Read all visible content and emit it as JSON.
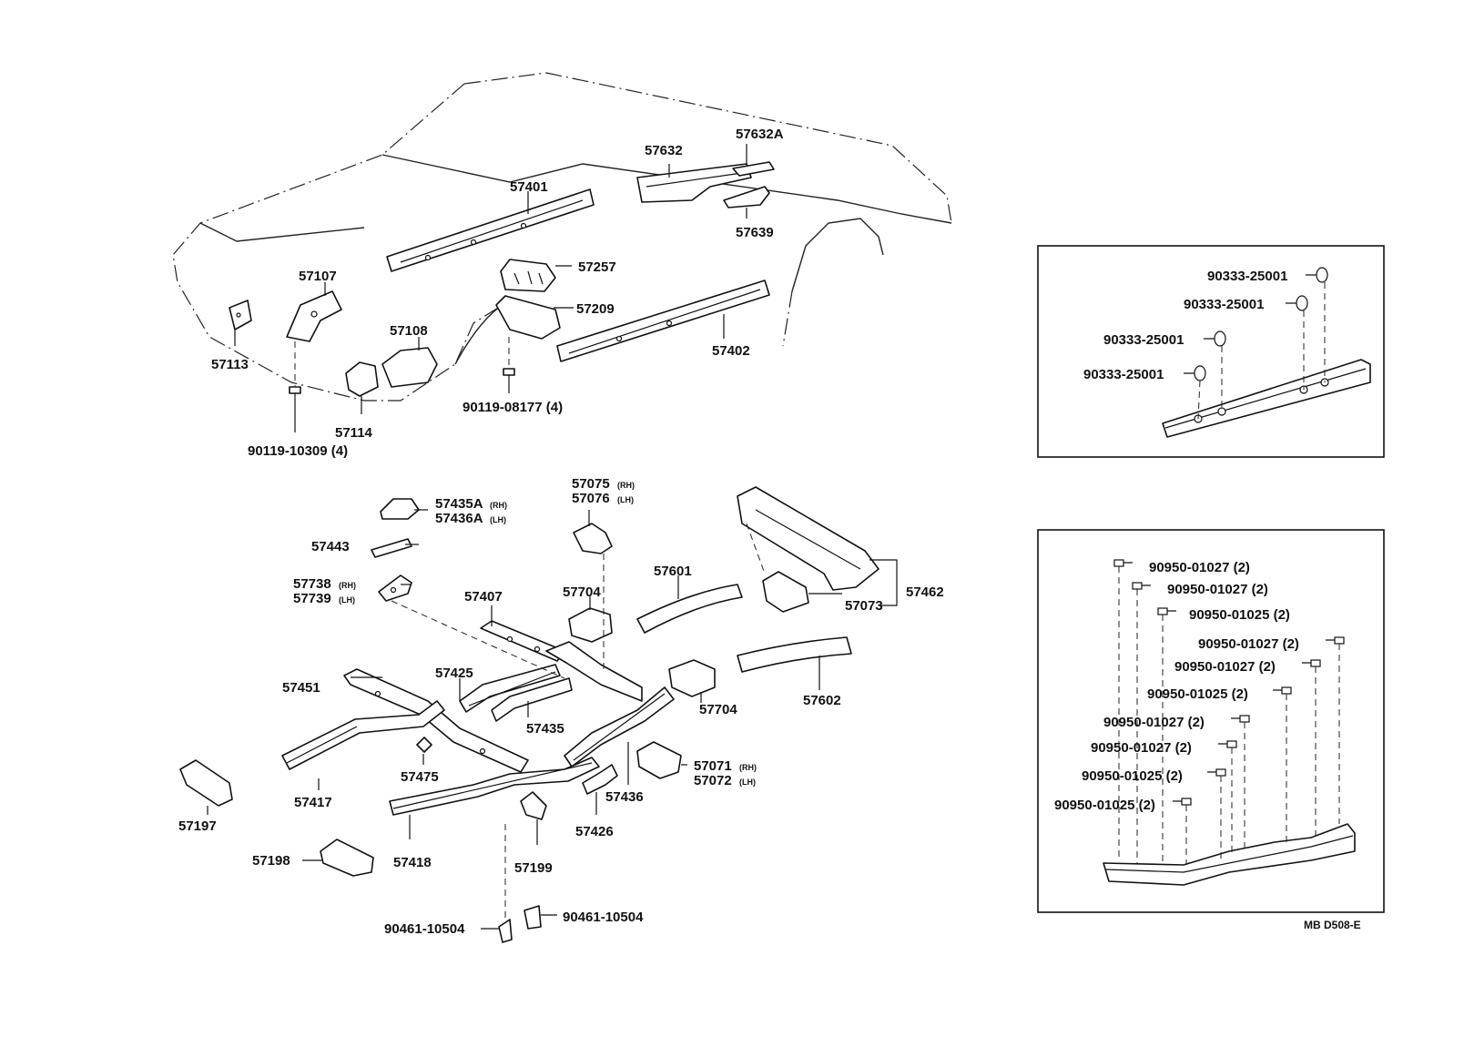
{
  "labels": {
    "p57632": "57632",
    "p57632A": "57632A",
    "p57401": "57401",
    "p57639": "57639",
    "p57107": "57107",
    "p57257": "57257",
    "p57209": "57209",
    "p57108": "57108",
    "p57402": "57402",
    "p57113": "57113",
    "p57114": "57114",
    "b90119_10309": "90119-10309 (4)",
    "b90119_08177": "90119-08177 (4)",
    "p57435A": "57435A",
    "p57436A": "57436A",
    "p57075": "57075",
    "p57076": "57076",
    "p57443": "57443",
    "p57738": "57738",
    "p57739": "57739",
    "p57407": "57407",
    "p57704a": "57704",
    "p57601": "57601",
    "p57462": "57462",
    "p57073": "57073",
    "p57451": "57451",
    "p57425": "57425",
    "p57435": "57435",
    "p57704b": "57704",
    "p57602": "57602",
    "p57475": "57475",
    "p57071": "57071",
    "p57072": "57072",
    "p57417": "57417",
    "p57436": "57436",
    "p57197": "57197",
    "p57426": "57426",
    "p57418": "57418",
    "p57198": "57198",
    "p57199": "57199",
    "b90461a": "90461-10504",
    "b90461b": "90461-10504"
  },
  "side_labels": {
    "rh": "(RH)",
    "lh": "(LH)"
  },
  "plug_box": {
    "items": [
      "90333-25001",
      "90333-25001",
      "90333-25001",
      "90333-25001"
    ]
  },
  "bolt_box": {
    "items": [
      "90950-01027 (2)",
      "90950-01027 (2)",
      "90950-01025 (2)",
      "90950-01027 (2)",
      "90950-01027 (2)",
      "90950-01025 (2)",
      "90950-01027 (2)",
      "90950-01027 (2)",
      "90950-01025 (2)",
      "90950-01025 (2)"
    ]
  },
  "figure_code": "MB D508-E"
}
